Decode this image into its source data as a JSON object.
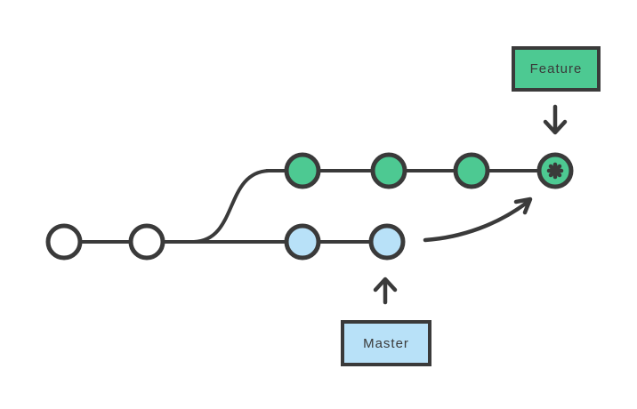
{
  "labels": {
    "feature": "Feature",
    "master": "Master"
  },
  "colors": {
    "stroke": "#3a3a3a",
    "green": "#4dc992",
    "blue": "#b8e1f8",
    "background": "#ffffff",
    "text": "#3a3a3a"
  },
  "diagram": {
    "type": "git-branch-diagram",
    "shared_commits": 2,
    "branches": [
      {
        "name": "feature",
        "label": "Feature",
        "node_color": "#4dc992",
        "commit_count": 3,
        "ends_with_merge_commit": true,
        "merge_marker": "asterisk"
      },
      {
        "name": "master",
        "label": "Master",
        "node_color": "#b8e1f8",
        "commit_count": 2,
        "merge_arrow_into": "feature"
      }
    ]
  }
}
